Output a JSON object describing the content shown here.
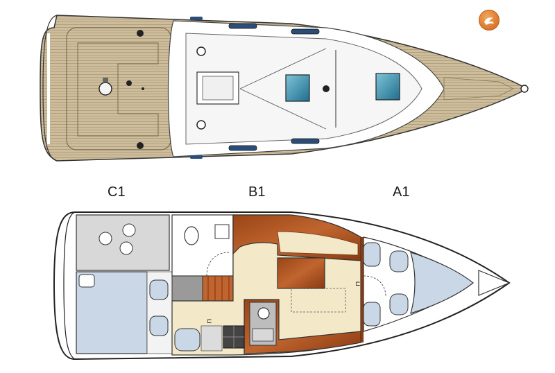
{
  "zones": [
    {
      "id": "c1",
      "label": "C1"
    },
    {
      "id": "b1",
      "label": "B1"
    },
    {
      "id": "a1",
      "label": "A1"
    }
  ],
  "colors": {
    "teak": "#cdbd9c",
    "teak_line": "#a89670",
    "wood_dark": "#8a3a12",
    "wood_mid": "#b8582a",
    "cabin_floor": "#f3e8c8",
    "cushion": "#c9d7e6",
    "wet_area": "#d8d8d8",
    "hatch": "#3a93b0",
    "outline": "#222222",
    "logo": "#d9742a"
  },
  "icons": [
    "brand-logo-icon",
    "winch-icon",
    "toilet-icon",
    "stove-icon",
    "sink-icon"
  ]
}
